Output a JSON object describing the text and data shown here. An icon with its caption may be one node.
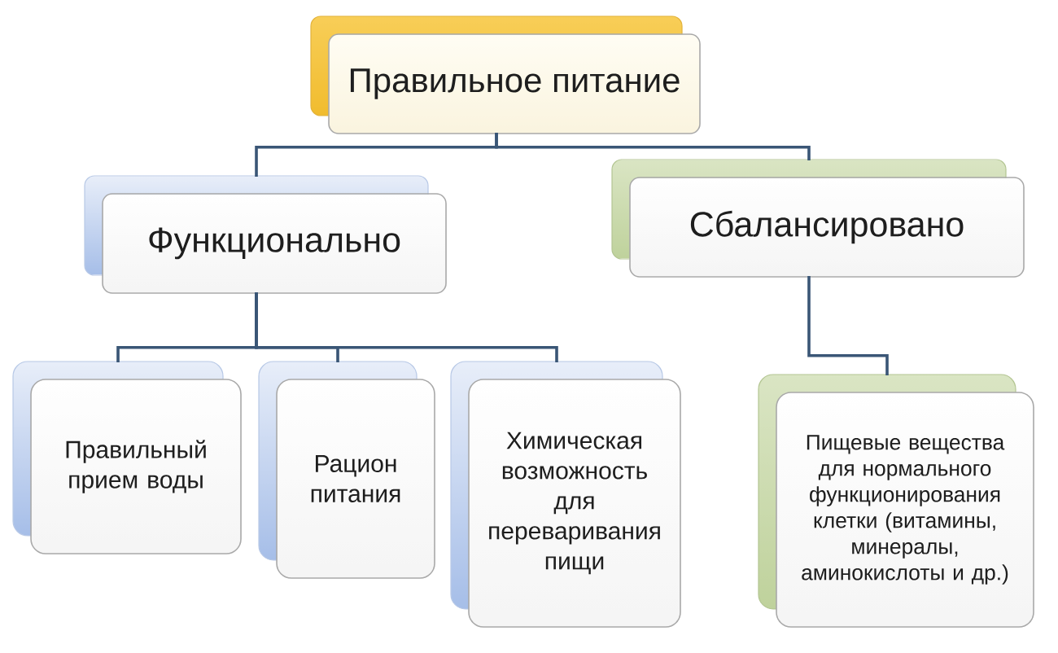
{
  "diagram": {
    "nodes": [
      {
        "text": [
          "Правильное питание"
        ]
      },
      {
        "text": [
          "Функционально"
        ]
      },
      {
        "text": [
          "Сбалансировано"
        ]
      },
      {
        "text": [
          "Правильный прием воды"
        ]
      },
      {
        "text": [
          "Рацион питания"
        ]
      },
      {
        "text": [
          "Химическая возможность для переваривания пищи"
        ]
      },
      {
        "text": [
          "Пищевые вещества для нормального функционирования клетки (витамины, минералы, аминокислоты и др.)"
        ]
      }
    ],
    "edges": [
      {
        "from": 0,
        "to": 1,
        "arrow": "none"
      },
      {
        "from": 0,
        "to": 2,
        "arrow": "none"
      },
      {
        "from": 1,
        "to": 3,
        "arrow": "none"
      },
      {
        "from": 1,
        "to": 4,
        "arrow": "none"
      },
      {
        "from": 1,
        "to": 5,
        "arrow": "none"
      },
      {
        "from": 2,
        "to": 6,
        "arrow": "none"
      }
    ]
  }
}
